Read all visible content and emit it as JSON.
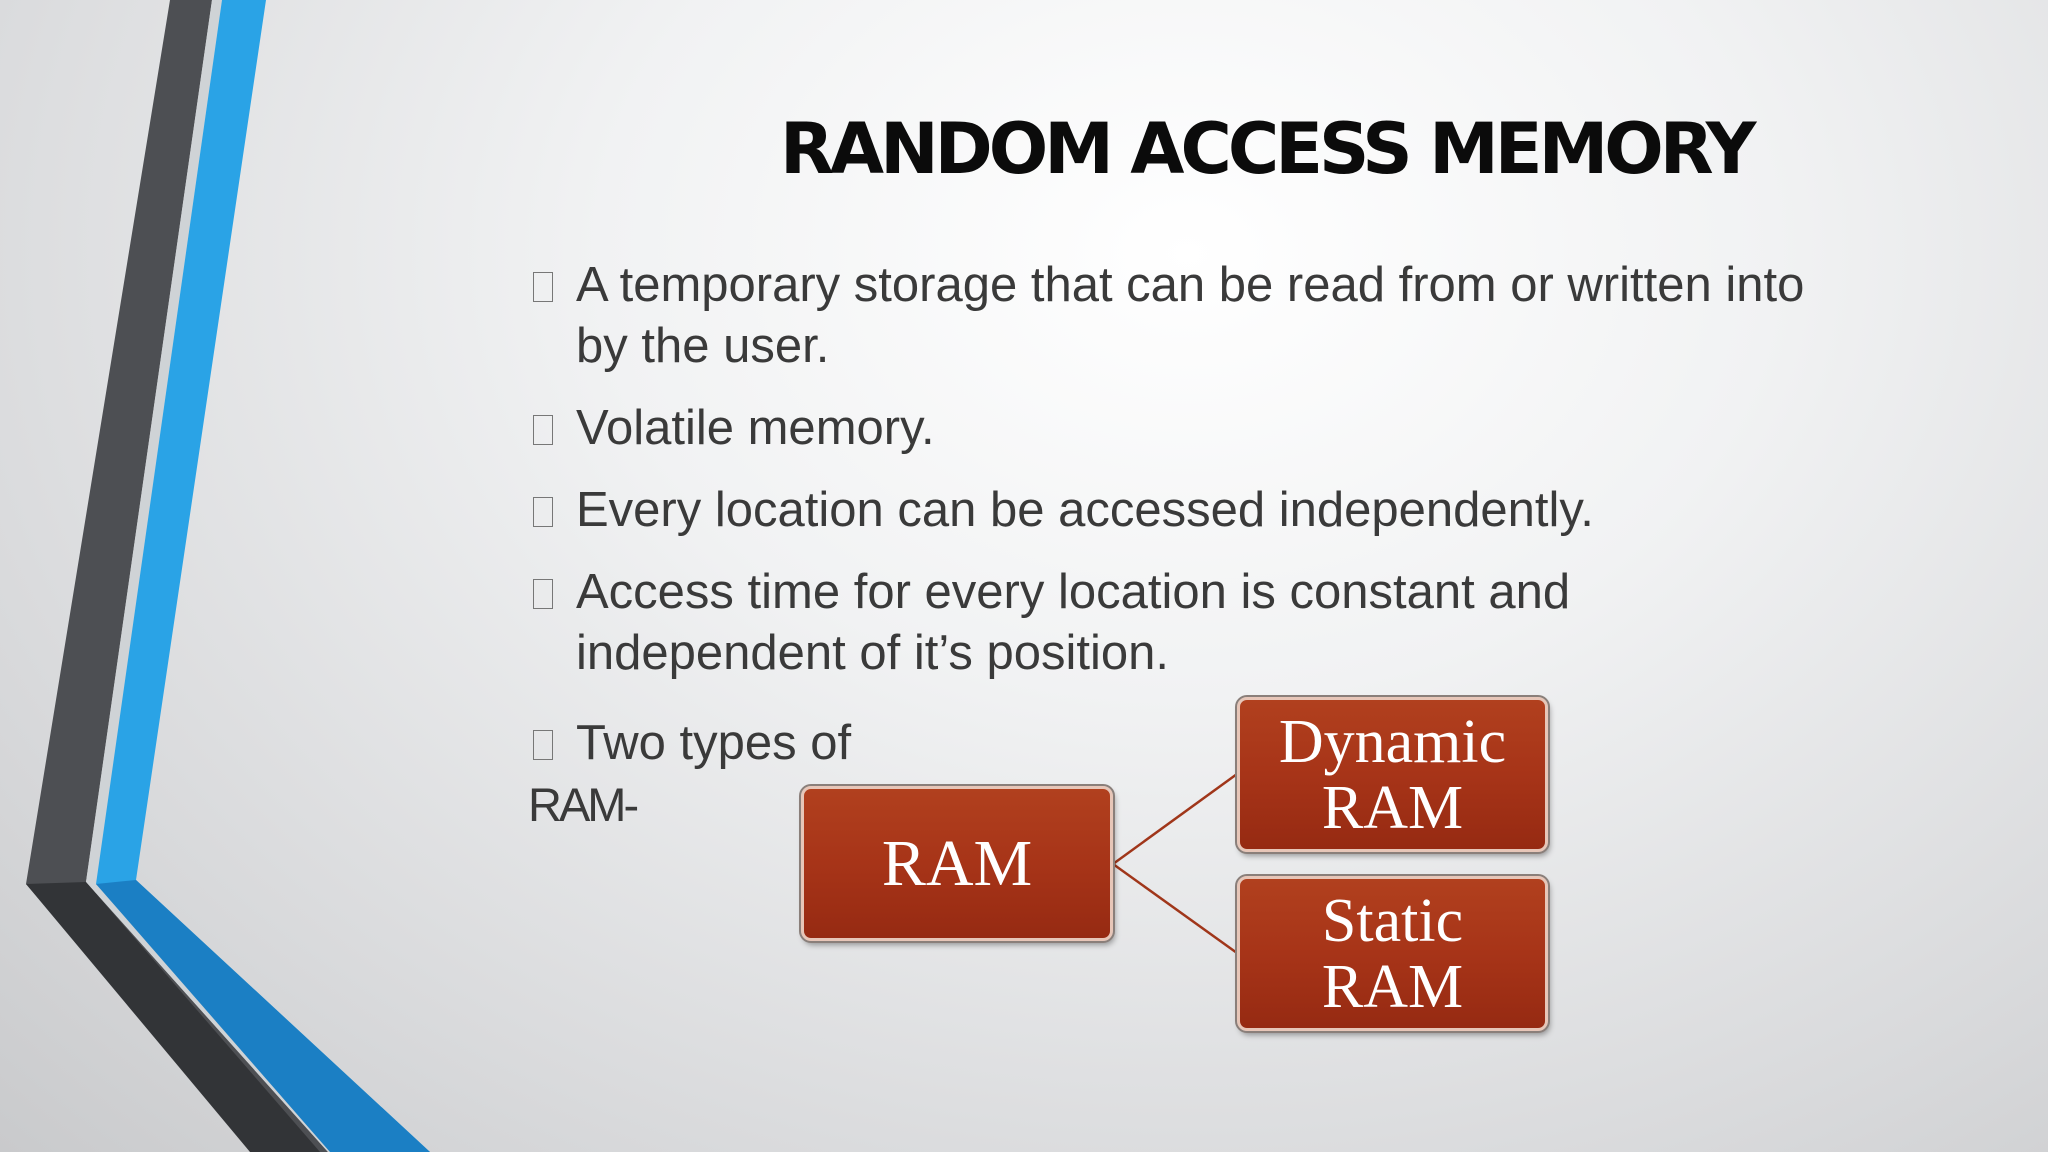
{
  "slide": {
    "title": "RANDOM ACCESS MEMORY",
    "bullets": [
      {
        "text": "A  temporary storage that can be read from or written into by the user."
      },
      {
        "text": "Volatile memory."
      },
      {
        "text": "Every location can be accessed independently."
      },
      {
        "text": "Access time for every location is constant and independent of it’s position."
      }
    ],
    "types_line": "Two types of",
    "types_cont": "RAM-"
  },
  "diagram": {
    "root": "RAM",
    "children": [
      {
        "line1": "Dynamic",
        "line2": "RAM"
      },
      {
        "line1": "Static",
        "line2": "RAM"
      }
    ]
  },
  "colors": {
    "node_fill": "#a73418",
    "accent_blue": "#2ba6e8",
    "accent_dark": "#4a4c50"
  }
}
